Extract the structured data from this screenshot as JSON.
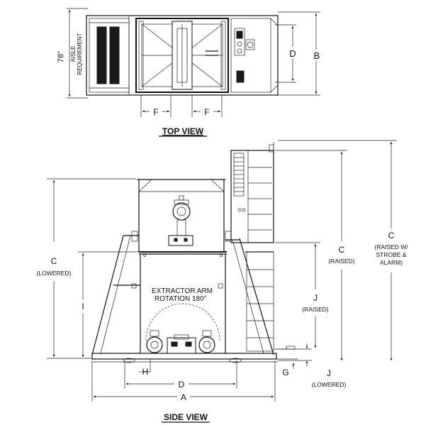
{
  "top_view": {
    "title": "TOP VIEW",
    "dim_78": "78\"",
    "aisle_line1": "AISLE",
    "aisle_line2": "REQUIREMENT",
    "dim_b": "B",
    "dim_d": "D",
    "dim_f_left": "F",
    "dim_f_right": "F"
  },
  "side_view": {
    "title": "SIDE VIEW",
    "annotation_line1": "EXTRACTOR ARM",
    "annotation_line2": "ROTATION 180°",
    "c_lowered_label": "C",
    "c_lowered_sub": "(LOWERED)",
    "dim_i": "I",
    "c_raised_label": "C",
    "c_raised_sub": "(RAISED)",
    "c_strobe_label": "C",
    "c_strobe_sub1": "(RAISED W/",
    "c_strobe_sub2": "STROBE &",
    "c_strobe_sub3": "ALARM)",
    "j_raised_label": "J",
    "j_raised_sub": "(RAISED)",
    "j_lowered_label": "J",
    "j_lowered_sub": "(LOWERED)",
    "dim_h": "H",
    "dim_g": "G",
    "dim_d": "D",
    "dim_a": "A"
  }
}
